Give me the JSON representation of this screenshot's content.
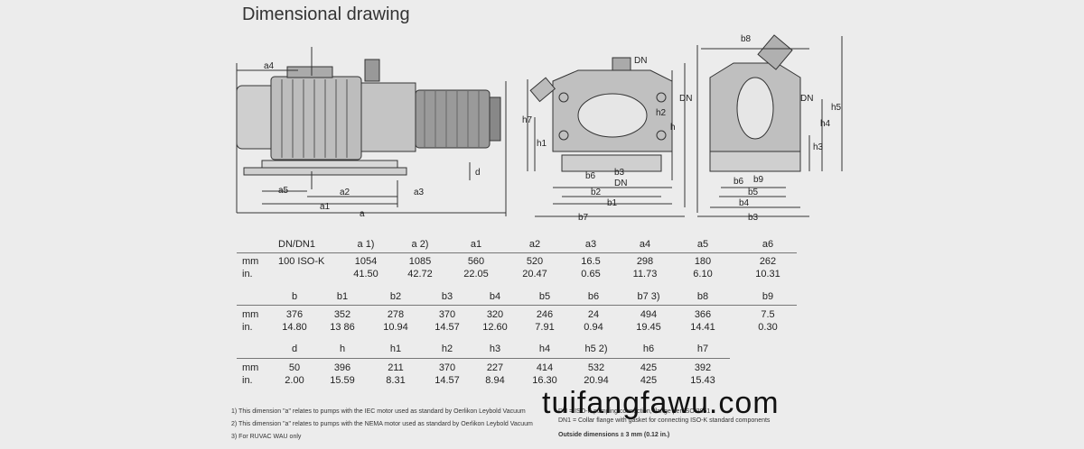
{
  "title": "Dimensional drawing",
  "drawing_labels": {
    "side": {
      "a4": "a4",
      "a5": "a5",
      "a2": "a2",
      "a3": "a3",
      "a1": "a1",
      "a": "a",
      "d": "d"
    },
    "front": {
      "dn_top": "DN",
      "dn_bottom": "DN",
      "h7": "h7",
      "h1": "h1",
      "h2": "h2",
      "h": "h",
      "b6": "b6",
      "b3": "b3",
      "b2": "b2",
      "b1": "b1",
      "b7": "b7"
    },
    "end": {
      "b8": "b8",
      "dn_left": "DN",
      "dn_right": "DN",
      "h5": "h5",
      "h4": "h4",
      "h3": "h3",
      "b6": "b6",
      "b9": "b9",
      "b5": "b5",
      "b4": "b4",
      "b3": "b3"
    }
  },
  "table1": {
    "headers": [
      "DN/DN1",
      "a 1)",
      "a 2)",
      "a1",
      "a2",
      "a3",
      "a4",
      "a5",
      "a6"
    ],
    "row_mm_label": "mm",
    "row_in_label": "in.",
    "mm": [
      "100 ISO-K",
      "1054",
      "1085",
      "560",
      "520",
      "16.5",
      "298",
      "180",
      "262"
    ],
    "in": [
      "",
      "41.50",
      "42.72",
      "22.05",
      "20.47",
      "0.65",
      "11.73",
      "6.10",
      "10.31"
    ]
  },
  "table2": {
    "headers": [
      "b",
      "b1",
      "b2",
      "b3",
      "b4",
      "b5",
      "b6",
      "b7 3)",
      "b8",
      "b9"
    ],
    "row_mm_label": "mm",
    "row_in_label": "in.",
    "mm": [
      "376",
      "352",
      "278",
      "370",
      "320",
      "246",
      "24",
      "494",
      "366",
      "7.5"
    ],
    "in": [
      "14.80",
      "13 86",
      "10.94",
      "14.57",
      "12.60",
      "7.91",
      "0.94",
      "19.45",
      "14.41",
      "0.30"
    ]
  },
  "table3": {
    "headers": [
      "d",
      "h",
      "h1",
      "h2",
      "h3",
      "h4",
      "h5 2)",
      "h6",
      "h7"
    ],
    "row_mm_label": "mm",
    "row_in_label": "in.",
    "mm": [
      "50",
      "396",
      "211",
      "370",
      "227",
      "414",
      "532",
      "425",
      "392"
    ],
    "in": [
      "2.00",
      "15.59",
      "8.31",
      "14.57",
      "8.94",
      "16.30",
      "20.94",
      "425",
      "15.43"
    ]
  },
  "footnotes": [
    "1)  This dimension \"a\" relates to pumps with the IEC motor used as standard by Oerlikon Leybold Vacuum",
    "2)  This dimension \"a\" relates to pumps with the NEMA motor used as standard by Oerlikon Leybold Vacuum",
    "3)  For RUVAC WAU only"
  ],
  "notes_right": [
    "DN = ISO-K pumping connection, flange per ISO 2861",
    "DN1 = Collar flange with gasket for connecting ISO-K standard components",
    "Outside dimensions ± 3 mm (0.12 in.)"
  ],
  "watermark": "tuifangfawu.com"
}
